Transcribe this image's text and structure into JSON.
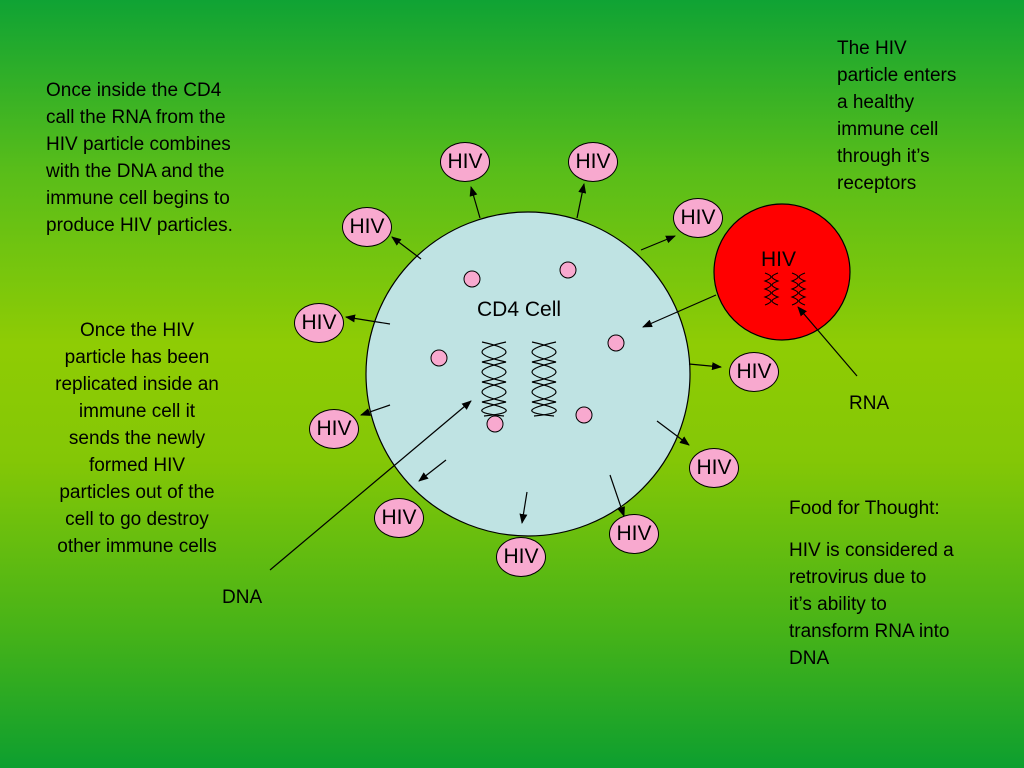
{
  "cell_label": "CD4 Cell",
  "virus_label": "HIV",
  "text_inside_cd4": "Once inside the CD4\ncall the RNA from the\nHIV particle combines\nwith the DNA and the\nimmune cell begins to\nproduce HIV particles.",
  "text_enters": "The HIV\nparticle enters\na healthy\nimmune cell\nthrough it’s\nreceptors",
  "text_replicated": "Once the HIV\nparticle has been\nreplicated inside an\nimmune cell it\nsends the newly\nformed HIV\nparticles out of the\ncell to go destroy\nother immune cells",
  "rna_label": "RNA",
  "dna_label": "DNA",
  "food_heading": "Food for Thought:",
  "food_body": "HIV is considered a\nretrovirus due to\nit’s ability to\ntransform RNA into\nDNA",
  "hiv_particles": [
    "HIV",
    "HIV",
    "HIV",
    "HIV",
    "HIV",
    "HIV",
    "HIV",
    "HIV",
    "HIV",
    "HIV",
    "HIV",
    "HIV"
  ],
  "colors": {
    "cell_fill": "#bfe3e3",
    "virus_fill": "#ff0000",
    "particle_fill": "#f8a9cf"
  }
}
